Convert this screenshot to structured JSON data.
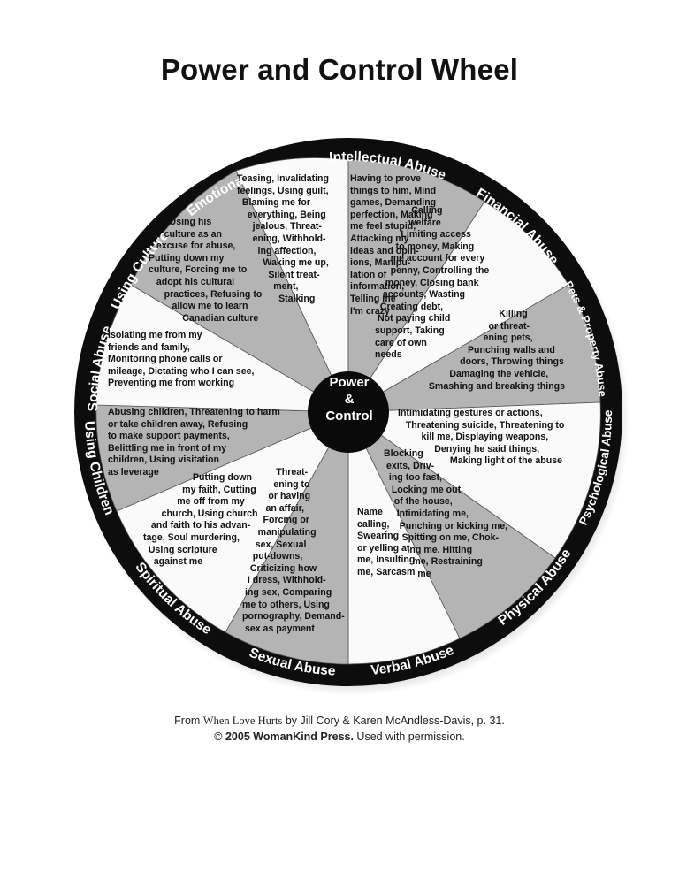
{
  "title": "Power and Control Wheel",
  "center": {
    "line1": "Power",
    "line2": "&",
    "line3": "Control"
  },
  "ring_labels": {
    "emotional": "Emotional Abuse",
    "intellectual": "Intellectual Abuse",
    "financial": "Financial Abuse",
    "pets_property": "Pets & Property Abuse",
    "psychological": "Psychological Abuse",
    "physical": "Physical Abuse",
    "verbal": "Verbal Abuse",
    "sexual": "Sexual Abuse",
    "spiritual": "Spiritual Abuse",
    "using_children": "Using Children",
    "social": "Social Abuse",
    "using_culture": "Using Culture"
  },
  "segments": {
    "emotional": "Teasing, Invalidating\nfeelings, Using guilt,\n  Blaming me for\n    everything, Being\n      jealous, Threat-\n      ening, Withhold-\n        ing affection,\n          Waking me up,\n            Silent treat-\n              ment,\n                Stalking",
    "intellectual": "Having to prove\nthings to him, Mind\ngames, Demanding\nperfection, Making\nme feel stupid,\nAttacking my\nideas and opin-\nions, Manipu-\nlation of\ninformation,\nTelling me\nI'm crazy",
    "financial": "              Calling\n             welfare\n          Limiting access\n        to money, Making\n      me account for every\n      penny, Controlling the\n    money, Closing bank\n   accounts, Wasting\n  Creating debt,\n Not paying child\nsupport, Taking\ncare of own\nneeds",
    "pets_property": "                              Killing\n                          or threat-\n                        ening pets,\n                  Punching walls and\n               doors, Throwing things\n           Damaging the vehicle,\n   Smashing and breaking things",
    "psychological": "Intimidating gestures or actions,\n   Threatening suicide, Threatening to\n         kill me, Displaying weapons,\n              Denying he said things,\n                    Making light of the abuse",
    "physical": "Blocking\n exits, Driv-\n  ing too fast,\n   Locking me out,\n    of the house,\n     Intimidating me,\n      Punching or kicking me,\n       Spitting on me, Chok-\n         ing me, Hitting\n           me, Restraining\n             me",
    "verbal": "Name\ncalling,\nSwearing\nor yelling at\nme, Insulting\nme, Sarcasm",
    "sexual": "             Threat-\n            ening to\n          or having\n         an affair,\n        Forcing or\n      manipulating\n     sex, Sexual\n    put-downs,\n   Criticizing how\n  I dress, Withhold-\n ing sex, Comparing\nme to others, Using\npornography, Demand-\n sex as payment",
    "spiritual": "                   Putting down\n               my faith, Cutting\n             me off from my\n       church, Using church\n   and faith to his advan-\ntage, Soul murdering,\n  Using scripture\n    against me",
    "using_children": "Abusing children, Threatening to harm\nor take children away, Refusing\nto make support payments,\nBelittling me in front of my\nchildren, Using visitation\nas leverage",
    "social": "Isolating me from my\nfriends and family,\nMonitoring phone calls or\nmileage, Dictating who I can see,\nPreventing me from working",
    "using_culture": "        Using his\n      culture as an\n   excuse for abuse,\nPutting down my\nculture, Forcing me to\n   adopt his cultural\n      practices, Refusing to\n         allow me to learn\n             Canadian culture"
  },
  "credit": {
    "from": "From ",
    "book": "When Love Hurts",
    "authors": " by Jill Cory & Karen McAndless-Davis, p. 31.",
    "copyright": "© 2005 WomanKind Press.",
    "permission": " Used with permission."
  },
  "colors": {
    "ring": "#0d0d0d",
    "shaded": "#b4b4b4",
    "light": "#fafafa",
    "text": "#111111"
  }
}
